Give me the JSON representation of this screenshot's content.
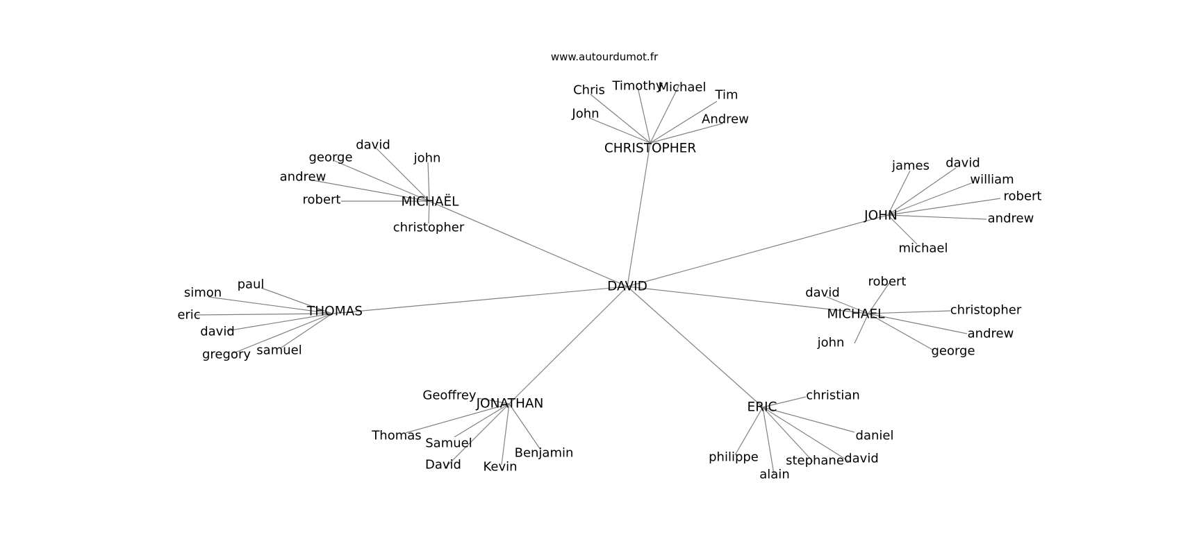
{
  "source_label": "www.autourdumot.fr",
  "graph": {
    "center": "DAVID",
    "hubs": [
      {
        "id": "christopher",
        "label": "CHRISTOPHER",
        "leaves": [
          "Chris",
          "Timothy",
          "Michael",
          "Tim",
          "John",
          "Andrew"
        ]
      },
      {
        "id": "michael-umlaut",
        "label": "MICHAËL",
        "leaves": [
          "david",
          "john",
          "george",
          "andrew",
          "robert",
          "christopher"
        ]
      },
      {
        "id": "john",
        "label": "JOHN",
        "leaves": [
          "james",
          "david",
          "william",
          "robert",
          "andrew",
          "michael"
        ]
      },
      {
        "id": "thomas",
        "label": "THOMAS",
        "leaves": [
          "paul",
          "simon",
          "eric",
          "david",
          "gregory",
          "samuel"
        ]
      },
      {
        "id": "michael",
        "label": "MICHAEL",
        "leaves": [
          "robert",
          "david",
          "christopher",
          "andrew",
          "john",
          "george"
        ]
      },
      {
        "id": "jonathan",
        "label": "JONATHAN",
        "leaves": [
          "Geoffrey",
          "Thomas",
          "Samuel",
          "Benjamin",
          "David",
          "Kevin"
        ]
      },
      {
        "id": "eric",
        "label": "ERIC",
        "leaves": [
          "christian",
          "daniel",
          "philippe",
          "stephane",
          "david",
          "alain"
        ]
      }
    ]
  }
}
